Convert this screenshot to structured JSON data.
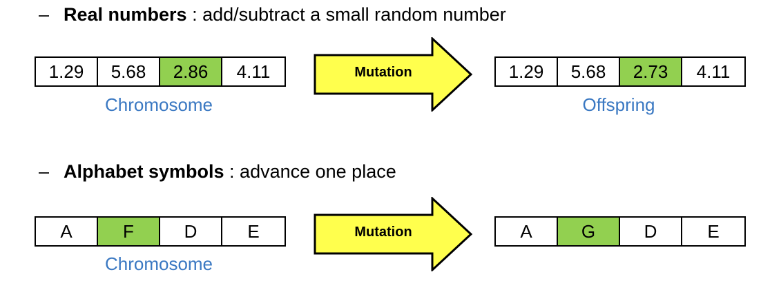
{
  "sections": [
    {
      "dash": "–",
      "bold": "Real numbers",
      "rest": " : add/subtract a small random number",
      "chromosome": [
        "1.29",
        "5.68",
        "2.86",
        "4.11"
      ],
      "offspring": [
        "1.29",
        "5.68",
        "2.73",
        "4.11"
      ],
      "highlight_index": 2,
      "chromosome_caption": "Chromosome",
      "offspring_caption": "Offspring",
      "arrow_label": "Mutation"
    },
    {
      "dash": "–",
      "bold": "Alphabet symbols",
      "rest": " : advance one place",
      "chromosome": [
        "A",
        "F",
        "D",
        "E"
      ],
      "offspring": [
        "A",
        "G",
        "D",
        "E"
      ],
      "highlight_index": 1,
      "chromosome_caption": "Chromosome",
      "arrow_label": "Mutation"
    }
  ],
  "colors": {
    "highlight": "#92d050",
    "caption": "#3a78c2",
    "arrow_fill": "#ffff4d"
  }
}
